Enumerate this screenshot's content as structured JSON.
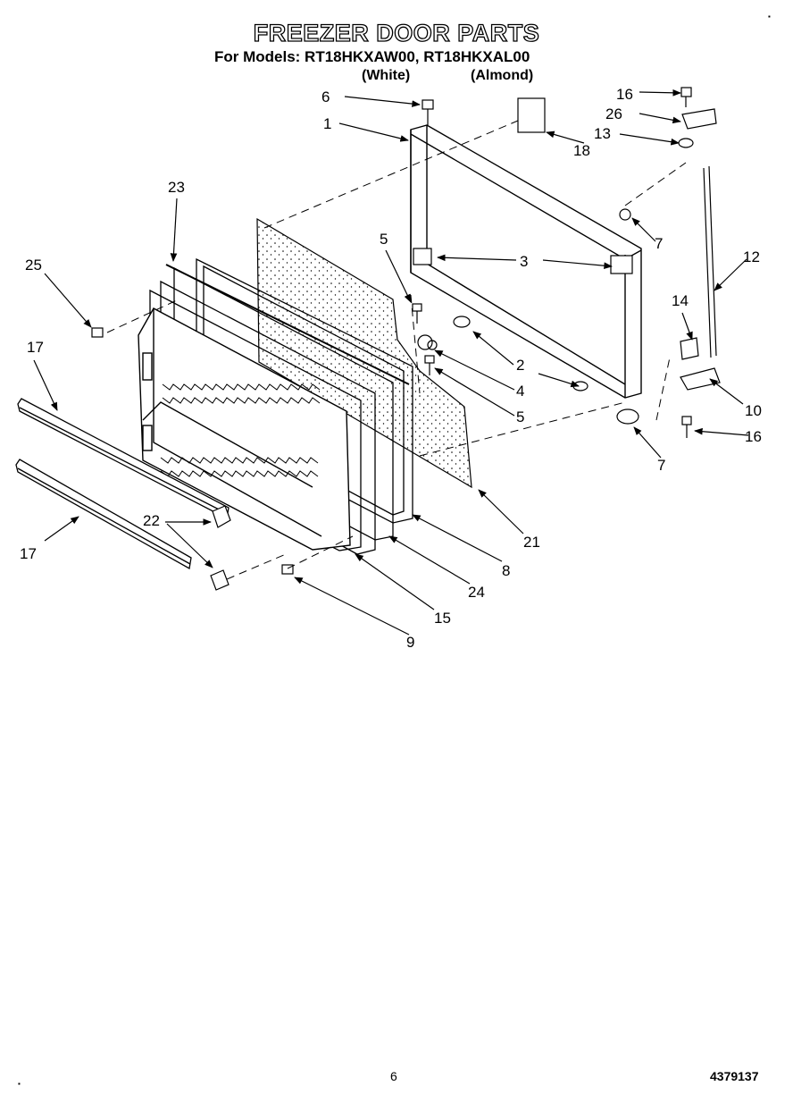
{
  "title": "FREEZER DOOR PARTS",
  "subtitle": "For Models: RT18HKXAW00, RT18HKXAL00",
  "variants": [
    "(White)",
    "(Almond)"
  ],
  "footer": {
    "page": "6",
    "doc_number": "4379137"
  },
  "callouts": [
    {
      "id": "c1",
      "label": "1"
    },
    {
      "id": "c2",
      "label": "2"
    },
    {
      "id": "c3",
      "label": "3"
    },
    {
      "id": "c4",
      "label": "4"
    },
    {
      "id": "c5a",
      "label": "5"
    },
    {
      "id": "c5b",
      "label": "5"
    },
    {
      "id": "c6",
      "label": "6"
    },
    {
      "id": "c7a",
      "label": "7"
    },
    {
      "id": "c7b",
      "label": "7"
    },
    {
      "id": "c8",
      "label": "8"
    },
    {
      "id": "c9",
      "label": "9"
    },
    {
      "id": "c10",
      "label": "10"
    },
    {
      "id": "c12",
      "label": "12"
    },
    {
      "id": "c13",
      "label": "13"
    },
    {
      "id": "c14",
      "label": "14"
    },
    {
      "id": "c15",
      "label": "15"
    },
    {
      "id": "c16a",
      "label": "16"
    },
    {
      "id": "c16b",
      "label": "16"
    },
    {
      "id": "c17a",
      "label": "17"
    },
    {
      "id": "c17b",
      "label": "17"
    },
    {
      "id": "c18",
      "label": "18"
    },
    {
      "id": "c21",
      "label": "21"
    },
    {
      "id": "c22",
      "label": "22"
    },
    {
      "id": "c23",
      "label": "23"
    },
    {
      "id": "c24",
      "label": "24"
    },
    {
      "id": "c25",
      "label": "25"
    },
    {
      "id": "c26",
      "label": "26"
    }
  ]
}
